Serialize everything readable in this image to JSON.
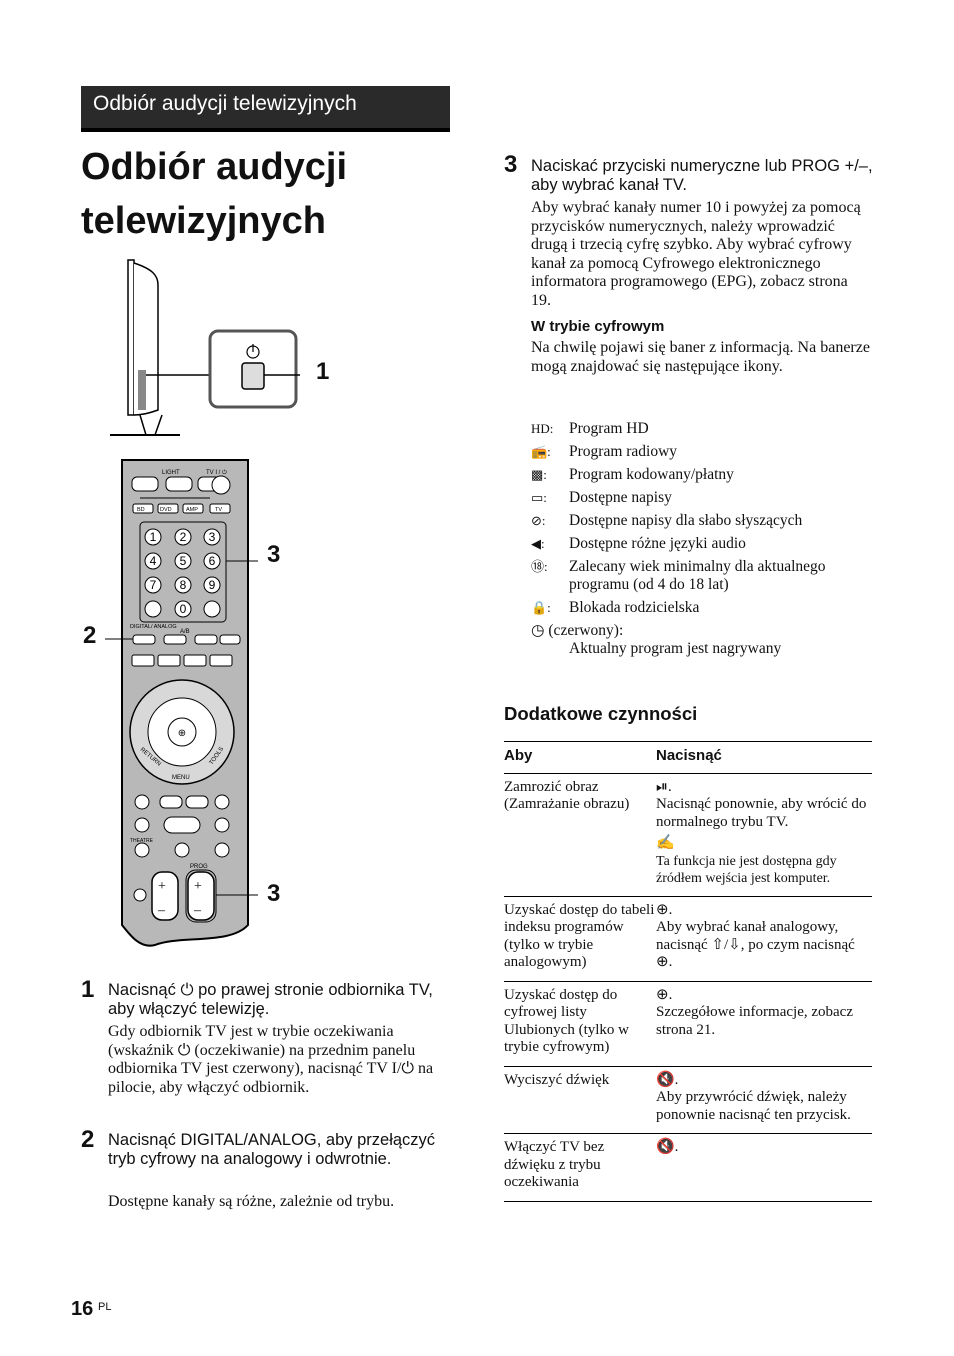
{
  "header": {
    "banner": "Odbiór audycji telewizyjnych"
  },
  "title": "Odbiór audycji telewizyjnych",
  "figure": {
    "callouts": [
      "1",
      "3",
      "2",
      "3"
    ],
    "remote_labels": {
      "light": "LIGHT",
      "tvpower": "TV I / ⏻",
      "bd": "BD",
      "dvd": "DVD",
      "amp": "AMP",
      "tv": "TV",
      "digital_analog": "DIGITAL/ ANALOG",
      "ab": "A/B",
      "return": "RETURN",
      "tools": "TOOLS",
      "menu": "MENU",
      "theatre": "THEATRE",
      "prog": "PROG",
      "digits": [
        "1",
        "2",
        "3",
        "4",
        "5",
        "6",
        "7",
        "8",
        "9",
        "0"
      ]
    }
  },
  "steps": [
    {
      "num": "1",
      "head": "Nacisnąć ⏻ po prawej stronie odbiornika TV, aby włączyć telewizję.",
      "body": "Gdy odbiornik TV jest w trybie oczekiwania (wskaźnik ⏻ (oczekiwanie) na przednim panelu odbiornika TV jest czerwony), nacisnąć TV I/⏻ na pilocie, aby włączyć odbiornik."
    },
    {
      "num": "2",
      "head": "Nacisnąć DIGITAL/ANALOG, aby przełączyć tryb cyfrowy na analogowy i odwrotnie.",
      "body": "Dostępne kanały są różne, zależnie od trybu."
    },
    {
      "num": "3",
      "head": "Naciskać przyciski numeryczne lub PROG +/–, aby wybrać kanał TV.",
      "body": "Aby wybrać kanały numer 10 i powyżej za pomocą przycisków numerycznych, należy wprowadzić drugą i trzecią cyfrę szybko. Aby wybrać cyfrowy kanał za pomocą Cyfrowego elektronicznego informatora programowego (EPG), zobacz strona 19.",
      "subhead": "W trybie cyfrowym",
      "subbody": "Na chwilę pojawi się baner z informacją. Na banerze mogą znajdować się następujące ikony."
    }
  ],
  "icons": [
    {
      "icon": "HD:",
      "text": "Program HD"
    },
    {
      "icon": "📻:",
      "text": "Program radiowy"
    },
    {
      "icon": "▩:",
      "text": "Program kodowany/płatny"
    },
    {
      "icon": "▭:",
      "text": "Dostępne napisy"
    },
    {
      "icon": "⊘:",
      "text": "Dostępne napisy dla słabo słyszących"
    },
    {
      "icon": "◀:",
      "text": "Dostępne różne języki audio"
    },
    {
      "icon": "⑱:",
      "text": "Zalecany wiek minimalny dla aktualnego programu (od 4 do 18 lat)"
    },
    {
      "icon": "🔒:",
      "text": "Blokada rodzicielska"
    }
  ],
  "recording": {
    "label": "◷ (czerwony):",
    "text": "Aktualny program jest nagrywany"
  },
  "extra": {
    "title": "Dodatkowe czynności",
    "col1": "Aby",
    "col2": "Nacisnąć",
    "rows": [
      {
        "a": "Zamrozić obraz (Zamrażanie obrazu)",
        "b": "⏯.",
        "b2": "Nacisnąć ponownie, aby wrócić do normalnego trybu TV.",
        "note_icon": "✍",
        "note": "Ta funkcja nie jest dostępna gdy źródłem wejścia jest komputer."
      },
      {
        "a": "Uzyskać dostęp do tabeli indeksu programów (tylko w trybie analogowym)",
        "b": "⊕.",
        "b2": "Aby wybrać kanał analogowy, nacisnąć ⇧/⇩, po czym nacisnąć ⊕."
      },
      {
        "a": "Uzyskać dostęp do cyfrowej listy Ulubionych (tylko w trybie cyfrowym)",
        "b": "⊕.",
        "b2": "Szczegółowe informacje, zobacz strona 21."
      },
      {
        "a": "Wyciszyć dźwięk",
        "b": "🔇.",
        "b2": "Aby przywrócić dźwięk, należy ponownie nacisnąć ten przycisk."
      },
      {
        "a": "Włączyć TV bez dźwięku z trybu oczekiwania",
        "b": "🔇."
      }
    ]
  },
  "footer": {
    "page": "16",
    "lang": "PL"
  }
}
